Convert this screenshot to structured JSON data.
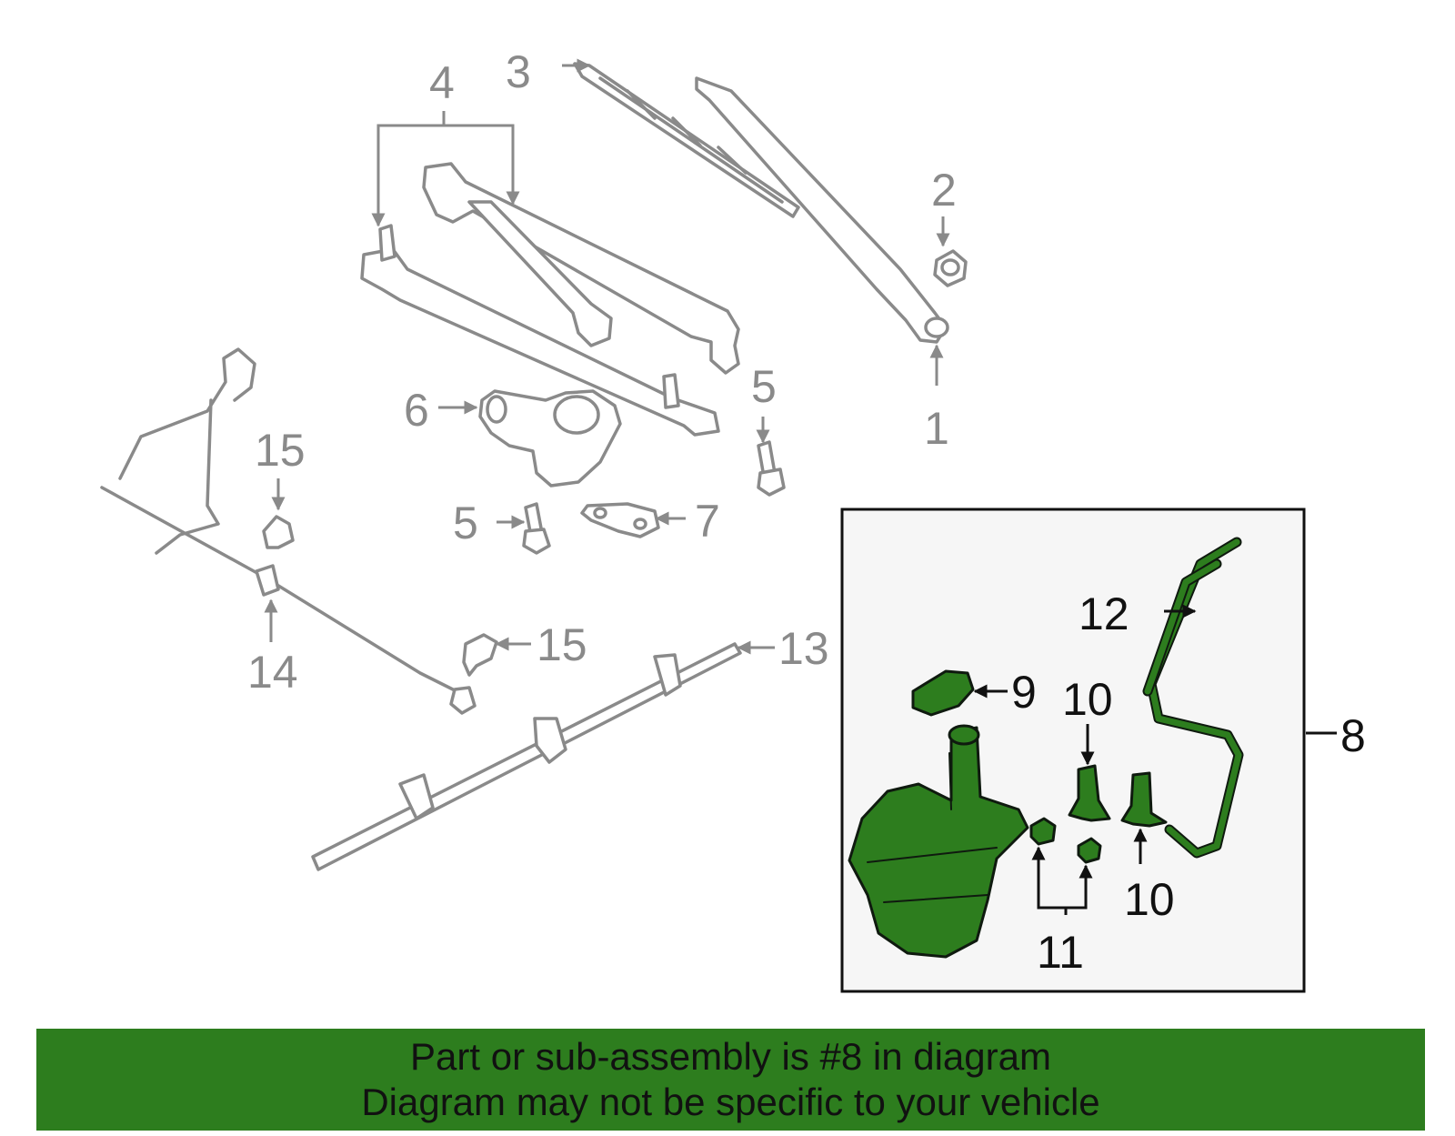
{
  "callouts": {
    "c1": "1",
    "c2": "2",
    "c3": "3",
    "c4": "4",
    "c5a": "5",
    "c5b": "5",
    "c6": "6",
    "c7": "7",
    "c8": "8",
    "c9": "9",
    "c10a": "10",
    "c10b": "10",
    "c11": "11",
    "c12": "12",
    "c13": "13",
    "c14": "14",
    "c15a": "15",
    "c15b": "15"
  },
  "banner": {
    "line1": "Part or sub-assembly is #8 in diagram",
    "line2": "Diagram may not be specific to your vehicle"
  },
  "colors": {
    "highlight_green": "#2d7d1e",
    "part_gray": "#8a8a8a"
  }
}
